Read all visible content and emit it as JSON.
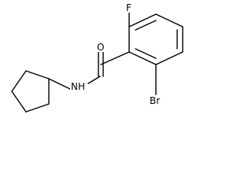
{
  "molecule": {
    "atom_labels": {
      "fluorine": "F",
      "oxygen": "O",
      "amide_nh": "NH",
      "bromine": "Br"
    }
  },
  "colors": {
    "background": "#ffffff",
    "ink": "#000000"
  }
}
